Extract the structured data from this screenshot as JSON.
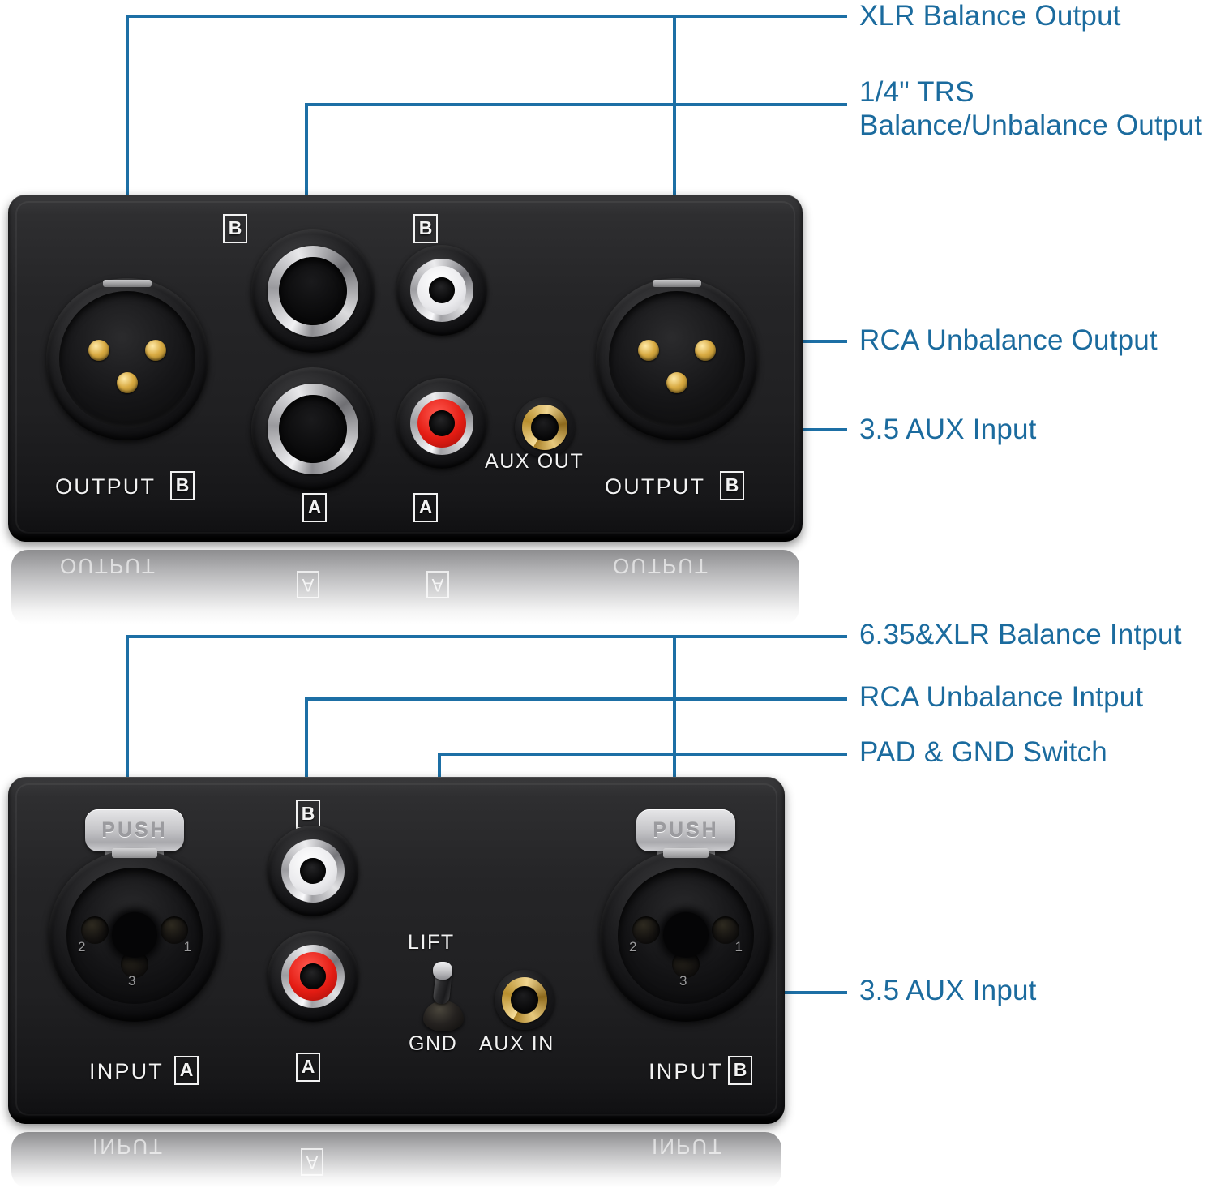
{
  "diagram": {
    "accent_line_color": "#1d6fa5",
    "accent_dot_color": "#4db3ef",
    "label_text_color": "#1b6b9e"
  },
  "callouts": {
    "top": [
      {
        "id": "xlr-balance-output",
        "label": "XLR Balance Output"
      },
      {
        "id": "trs-output",
        "label": "1/4\" TRS\nBalance/Unbalance Output"
      },
      {
        "id": "rca-unbalance-output",
        "label": "RCA Unbalance Output"
      },
      {
        "id": "aux-input-top",
        "label": "3.5 AUX Input"
      }
    ],
    "bottom": [
      {
        "id": "xlr-balance-input",
        "label": "6.35&XLR Balance Intput"
      },
      {
        "id": "rca-unbalance-input",
        "label": "RCA Unbalance Intput"
      },
      {
        "id": "pad-gnd-switch",
        "label": "PAD & GND Switch"
      },
      {
        "id": "aux-input-bottom",
        "label": "3.5 AUX Input"
      }
    ]
  },
  "output_panel": {
    "xlr_left_label": "OUTPUT",
    "xlr_left_channel": "B",
    "xlr_right_label": "OUTPUT",
    "xlr_right_channel": "B",
    "trs_top_channel": "B",
    "trs_bottom_channel": "A",
    "rca_top_channel": "B",
    "rca_bottom_channel": "A",
    "aux_label": "AUX OUT"
  },
  "input_panel": {
    "xlr_left_label": "INPUT",
    "xlr_left_channel": "A",
    "xlr_right_label": "INPUT",
    "xlr_right_channel": "B",
    "push_tab_left": "PUSH",
    "push_tab_right": "PUSH",
    "xlr_pin_1": "1",
    "xlr_pin_2": "2",
    "xlr_pin_3": "3",
    "rca_top_channel": "B",
    "rca_bottom_channel": "A",
    "switch_top_label": "LIFT",
    "switch_bottom_label": "GND",
    "aux_label": "AUX IN"
  },
  "reflections": {
    "top_left_text": "OUTPUT",
    "top_right_text": "OUTPUT",
    "top_mid_a1": "A",
    "top_mid_a2": "A",
    "bottom_left_text": "INPUT",
    "bottom_right_text": "INPUT",
    "bottom_mid_a": "A"
  }
}
